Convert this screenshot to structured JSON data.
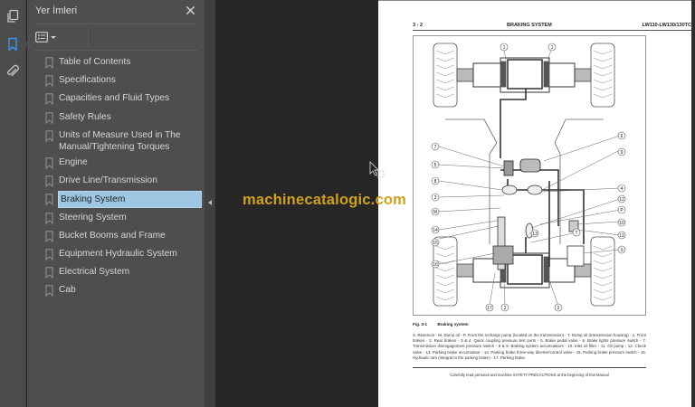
{
  "sidebar": {
    "strip_icons": [
      {
        "name": "pages-icon"
      },
      {
        "name": "bookmarks-icon",
        "active": true
      },
      {
        "name": "attachments-icon"
      }
    ],
    "panel": {
      "title": "Yer İmleri",
      "close_icon": "close-icon",
      "options_icon": "bookmark-options-icon",
      "bookmarks": [
        {
          "label": "Table of Contents",
          "selected": false
        },
        {
          "label": "Specifications",
          "selected": false
        },
        {
          "label": "Capacities and Fluid Types",
          "selected": false
        },
        {
          "label": "Safety Rules",
          "selected": false
        },
        {
          "label": "Units of Measure Used in The Manual/Tightening Torques",
          "selected": false
        },
        {
          "label": "Engine",
          "selected": false
        },
        {
          "label": "Drive Line/Transmission",
          "selected": false
        },
        {
          "label": "Braking System",
          "selected": true
        },
        {
          "label": "Steering System",
          "selected": false
        },
        {
          "label": "Bucket Booms and Frame",
          "selected": false
        },
        {
          "label": "Equipment Hydraulic System",
          "selected": false
        },
        {
          "label": "Electrical System",
          "selected": false
        },
        {
          "label": "Cab",
          "selected": false
        }
      ]
    }
  },
  "document": {
    "header": {
      "page_number": "3 - 2",
      "section": "BRAKING SYSTEM",
      "model": "LW110-LW130/130TC"
    },
    "figure": {
      "number": "Fig. 3-1",
      "title": "Braking system",
      "callouts": [
        "1",
        "1",
        "6",
        "7",
        "5",
        "8",
        "9",
        "3",
        "4",
        "M",
        "12",
        "P",
        "14",
        "13",
        "15",
        "10",
        "11",
        "T",
        "16",
        "S",
        "17",
        "2",
        "2"
      ]
    },
    "legend": "S. Reservoir - M. Dump oil - P. From the recharge pump (located on the transmission) - T. Dump oil (transmission housing) - 1. Front brakes - 2. Rear brakes - 3 & 4. Quick coupling pressure test ports - 5. Brake pedal valve - 6. Brake lights pressure switch - 7. Transmission disengagement pressure switch - 8 & 9. Braking system accumulators - 10. Inlet oil filter - 11. Oil pump - 12. Check valve - 13. Parking brake accumulator - 14. Parking brake three-way diverter/control valve - 15. Parking brake pressure switch - 16. Hydraulic ram (integral to the parking brake) - 17. Parking brake.",
    "footer": "Carefully read personal and machine SAFETY PRECAUTIONS at the beginning of this Manual"
  },
  "watermark": "machinecatalogic.com",
  "colors": {
    "selected_bg": "#9ec7e3",
    "active_icon": "#3b8eea",
    "watermark": "#d0a21a",
    "panel_bg": "#4e4e4e",
    "canvas_bg": "#262626"
  }
}
